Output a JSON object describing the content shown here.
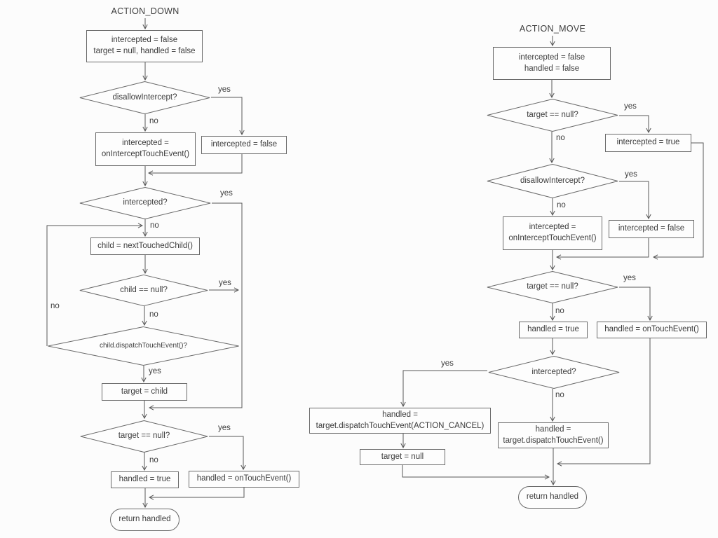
{
  "colors": {
    "line": "#585858",
    "node_border": "#6a6a6a",
    "text": "#3c3c3c",
    "background": "#fcfcfc"
  },
  "labels": {
    "yes": "yes",
    "no": "no"
  },
  "action_down": {
    "title": "ACTION_DOWN",
    "nodes": {
      "init": "intercepted = false\ntarget = null, handled = false",
      "disallow_intercept_q": "disallowIntercept?",
      "on_intercept": "intercepted =\nonInterceptTouchEvent()",
      "intercepted_false": "intercepted = false",
      "intercepted_q": "intercepted?",
      "next_child": "child = nextTouchedChild()",
      "child_null_q": "child == null?",
      "child_dispatch_q": "child.dispatchTouchEvent()?",
      "target_child": "target = child",
      "target_null_q": "target == null?",
      "handled_true": "handled = true",
      "handled_ontouch": "handled = onTouchEvent()",
      "return_handled": "return handled"
    }
  },
  "action_move": {
    "title": "ACTION_MOVE",
    "nodes": {
      "init": "intercepted = false\nhandled = false",
      "target_null_q1": "target == null?",
      "intercepted_true": "intercepted = true",
      "disallow_intercept_q": "disallowIntercept?",
      "on_intercept": "intercepted =\nonInterceptTouchEvent()",
      "intercepted_false": "intercepted = false",
      "target_null_q2": "target == null?",
      "handled_true": "handled = true",
      "handled_ontouch": "handled = onTouchEvent()",
      "intercepted_q": "intercepted?",
      "dispatch_cancel": "handled =\ntarget.dispatchTouchEvent(ACTION_CANCEL)",
      "target_null_set": "target = null",
      "dispatch": "handled =\ntarget.dispatchTouchEvent()",
      "return_handled": "return handled"
    }
  }
}
